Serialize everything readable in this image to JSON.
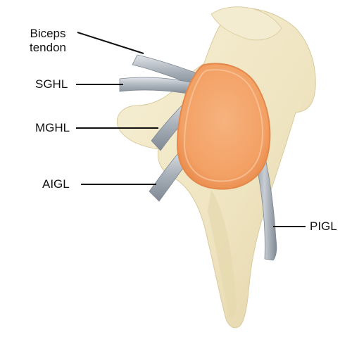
{
  "labels": {
    "biceps_line1": "Biceps",
    "biceps_line2": "tendon",
    "sghl": "SGHL",
    "mghl": "MGHL",
    "aigl": "AIGL",
    "pigl": "PIGL"
  },
  "colors": {
    "bone": "#f1e8c8",
    "bone_shadow": "#dccfa3",
    "ligament": "#9aa3ad",
    "ligament_highlight": "#d7dce2",
    "glenoid": "#f2a468",
    "glenoid_rim": "#e4884a",
    "leader_line": "#111111"
  }
}
